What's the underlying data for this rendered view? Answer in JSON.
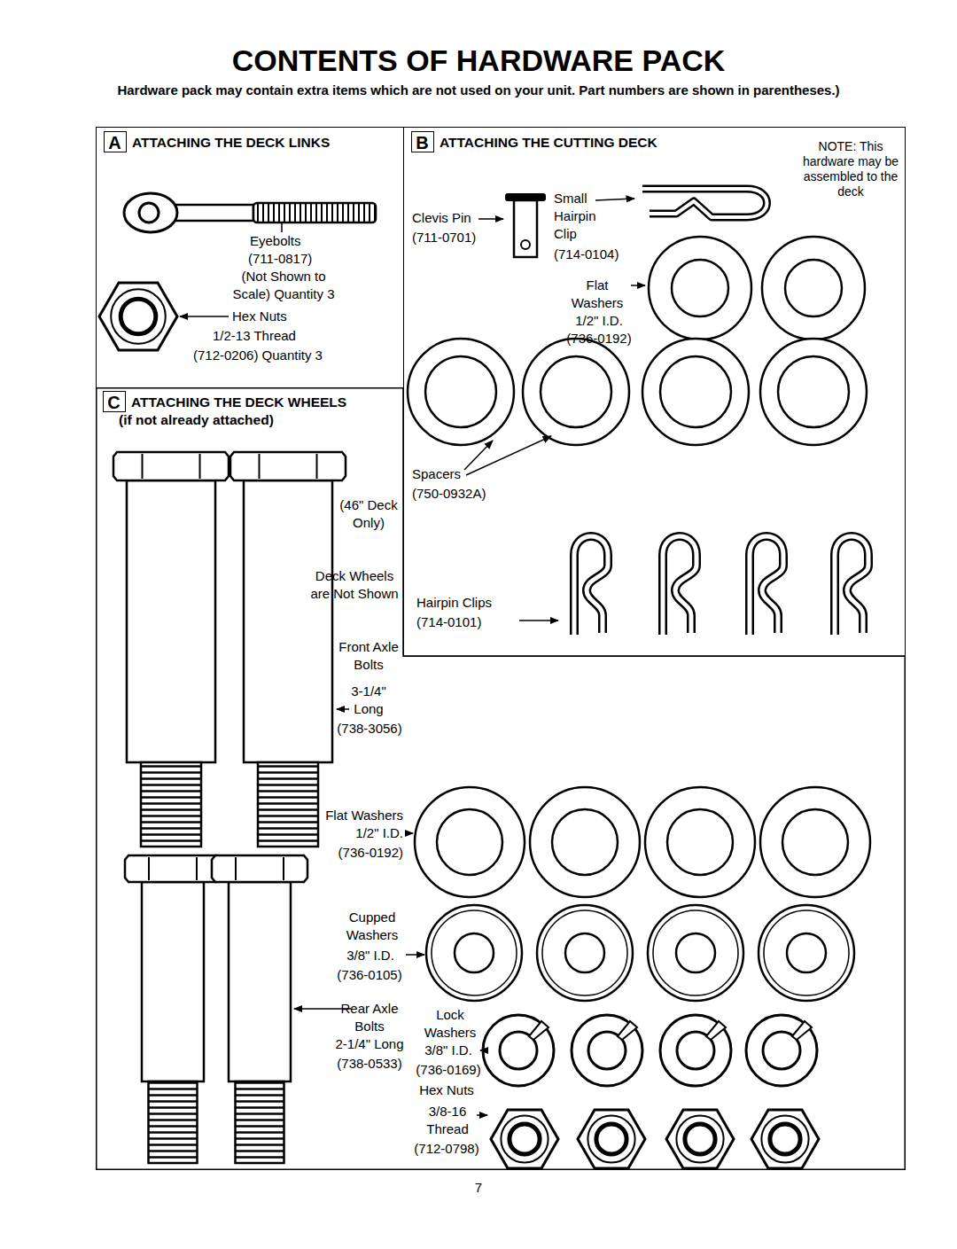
{
  "diagram": {
    "title": "CONTENTS OF HARDWARE PACK",
    "nodes": [
      {
        "text": [
          "ATTACHING THE DECK LINKS"
        ]
      },
      {
        "text": [
          "A"
        ],
        "in": 0
      },
      {
        "text": [
          "ATTACHING THE CUTTING DECK"
        ]
      },
      {
        "text": [
          "B"
        ],
        "in": 2
      },
      {
        "text": [
          "ATTACHING THE DECK WHEELS",
          "(if not already attached)"
        ]
      },
      {
        "text": [
          "C"
        ],
        "in": 4
      }
    ],
    "labels": [
      "Hardware pack may contain extra items which are not used on your unit. Part numbers are shown in parentheses.)",
      "Eyebolts",
      "(711-0817)",
      "(Not Shown to Scale) Quantity 3",
      "Hex Nuts",
      "1/2-13 Thread",
      "(712-0206) Quantity 3",
      "NOTE: This hardware may be assembled to the deck",
      "Clevis Pin",
      "(711-0701)",
      "Small Hairpin Clip",
      "(714-0104)",
      "Flat Washers",
      "1/2\" I.D.",
      "(736-0192)",
      "Spacers",
      "(750-0932A)",
      "Hairpin Clips",
      "(714-0101)",
      "(46\" Deck Only)",
      "Deck Wheels are Not Shown",
      "Front Axle Bolts",
      "3-1/4\" Long",
      "(738-3056)",
      "Flat Washers",
      "1/2\" I.D.",
      "(736-0192)",
      "Cupped Washers",
      "3/8\" I.D.",
      "(736-0105)",
      "Rear Axle Bolts",
      "2-1/4\" Long",
      "(738-0533)",
      "Lock Washers",
      "3/8\" I.D.",
      "(736-0169)",
      "Hex Nuts",
      "3/8-16 Thread",
      "(712-0798)",
      "7"
    ]
  }
}
